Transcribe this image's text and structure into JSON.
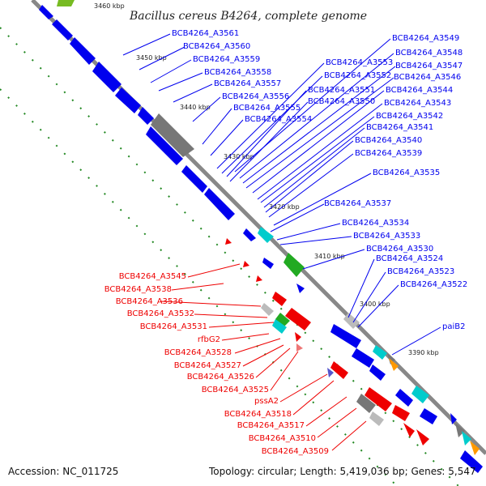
{
  "title": "Bacillus cereus B4264, complete genome",
  "footer": {
    "accession": "Accession: NC_011725",
    "summary": "Topology: circular; Length: 5,419,036 bp; Genes: 5,547"
  },
  "colors": {
    "forward": "#0000ee",
    "reverse": "#ee0000",
    "grey": "#777777",
    "light_grey": "#bbbbbb",
    "cyan": "#00cccc",
    "green": "#22aa22",
    "orange": "#ff9900",
    "tick": "#228822"
  },
  "scale_ticks": [
    "3460 kbp",
    "3450 kbp",
    "3440 kbp",
    "3430 kbp",
    "3420 kbp",
    "3410 kbp",
    "3400 kbp",
    "3390 kbp"
  ],
  "genes_forward": [
    "BCB4264_A3561",
    "BCB4264_A3560",
    "BCB4264_A3559",
    "BCB4264_A3558",
    "BCB4264_A3557",
    "BCB4264_A3556",
    "BCB4264_A3555",
    "BCB4264_A3554",
    "BCB4264_A3549",
    "BCB4264_A3548",
    "BCB4264_A3547",
    "BCB4264_A3546",
    "BCB4264_A3553",
    "BCB4264_A3552",
    "BCB4264_A3551",
    "BCB4264_A3550",
    "BCB4264_A3544",
    "BCB4264_A3543",
    "BCB4264_A3542",
    "BCB4264_A3541",
    "BCB4264_A3540",
    "BCB4264_A3539",
    "BCB4264_A3535",
    "BCB4264_A3537",
    "BCB4264_A3534",
    "BCB4264_A3533",
    "BCB4264_A3530",
    "BCB4264_A3524",
    "BCB4264_A3523",
    "BCB4264_A3522",
    "paiB2"
  ],
  "genes_reverse": [
    "BCB4264_A3545",
    "BCB4264_A3538",
    "BCB4264_A3536",
    "BCB4264_A3532",
    "BCB4264_A3531",
    "rfbG2",
    "BCB4264_A3528",
    "BCB4264_A3527",
    "BCB4264_A3526",
    "BCB4264_A3525",
    "pssA2",
    "BCB4264_A3518",
    "BCB4264_A3517",
    "BCB4264_A3510",
    "BCB4264_A3509"
  ]
}
